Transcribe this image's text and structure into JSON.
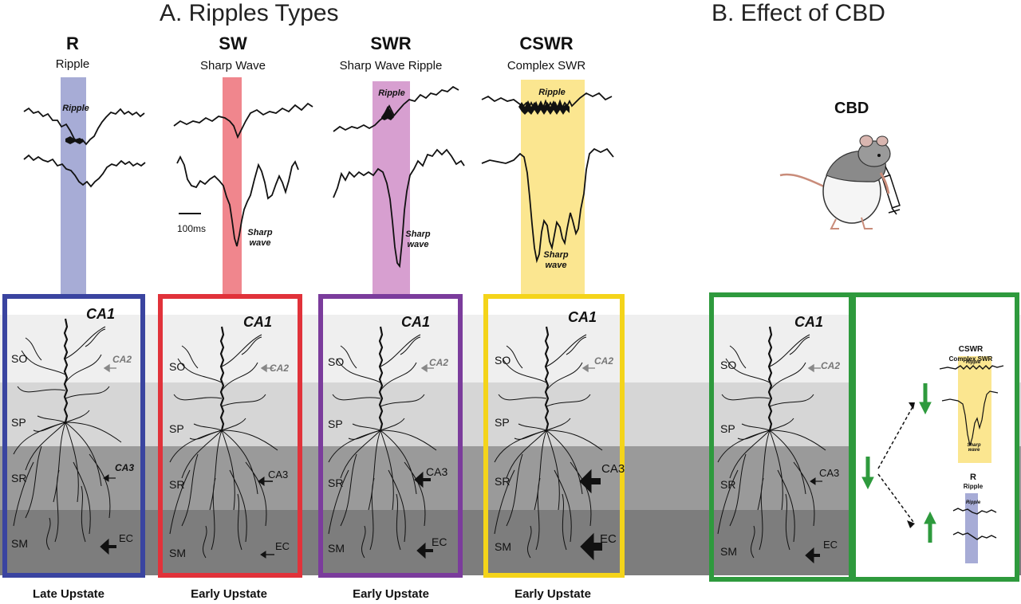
{
  "sections": {
    "a_title": "A. Ripples Types",
    "b_title": "B. Effect of CBD"
  },
  "panels": [
    {
      "key": "R",
      "title": "R",
      "subtitle": "Ripple",
      "bottom": "Late Upstate",
      "color": "#3a44a0",
      "band": "#a7acd6",
      "trace_top": "Ripple",
      "trace_bottom": ""
    },
    {
      "key": "SW",
      "title": "SW",
      "subtitle": "Sharp Wave",
      "bottom": "Early Upstate",
      "color": "#e1323a",
      "band": "#f0868d",
      "trace_top": "",
      "trace_bottom": "Sharp wave"
    },
    {
      "key": "SWR",
      "title": "SWR",
      "subtitle": "Sharp Wave Ripple",
      "bottom": "Early Upstate",
      "color": "#7b3c9c",
      "band": "#d79fd0",
      "trace_top": "Ripple",
      "trace_bottom": "Sharp wave"
    },
    {
      "key": "CSWR",
      "title": "CSWR",
      "subtitle": "Complex SWR",
      "bottom": "Early Upstate",
      "color": "#f4d41a",
      "band": "#fbe690",
      "trace_top": "Ripple",
      "trace_bottom": "Sharp wave"
    }
  ],
  "scale_bar": "100ms",
  "layers": [
    "SO",
    "SP",
    "SR",
    "SM"
  ],
  "region_labels": {
    "ca1": "CA1",
    "ca2": "CA2",
    "ca3": "CA3",
    "ec": "EC"
  },
  "cbd": {
    "label": "CBD",
    "box_color": "#2e9a3d",
    "arrow_color": "#2e9a3d",
    "mini_top_title": "CSWR",
    "mini_top_sub": "Complex SWR",
    "mini_top_ripple": "Ripple",
    "mini_top_sharp": "Sharp wave",
    "mini_bottom_title": "R",
    "mini_bottom_sub": "Ripple",
    "mini_bottom_ripple": "Ripple"
  }
}
